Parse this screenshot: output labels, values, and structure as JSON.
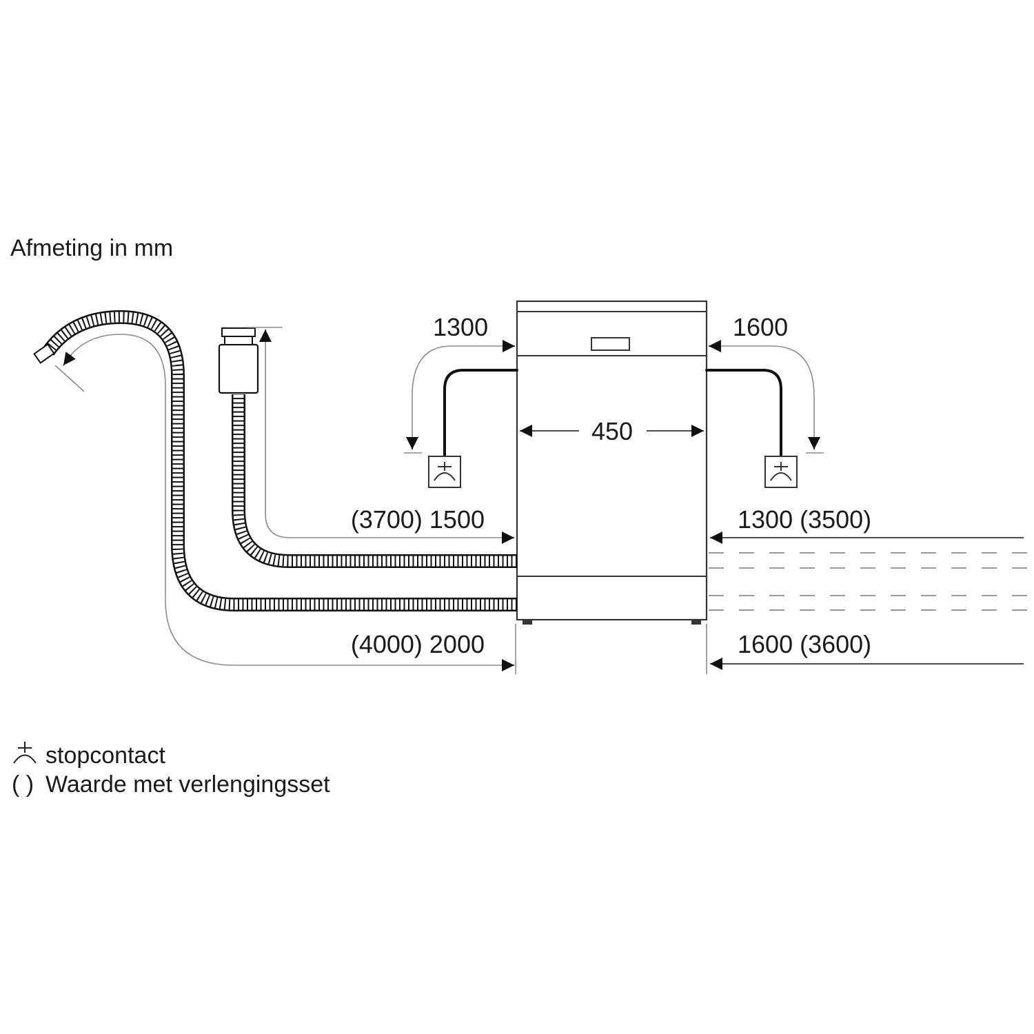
{
  "title": "Afmeting in mm",
  "dimensions": {
    "width": "450",
    "power_left": "1300",
    "power_right": "1600",
    "inlet_left": "(3700) 1500",
    "inlet_right": "1300 (3500)",
    "drain_left": "(4000) 2000",
    "drain_right": "1600 (3600)"
  },
  "legend": {
    "socket_label": "stopcontact",
    "extension_symbol": "( )",
    "extension_label": "Waarde met verlengingsset"
  }
}
